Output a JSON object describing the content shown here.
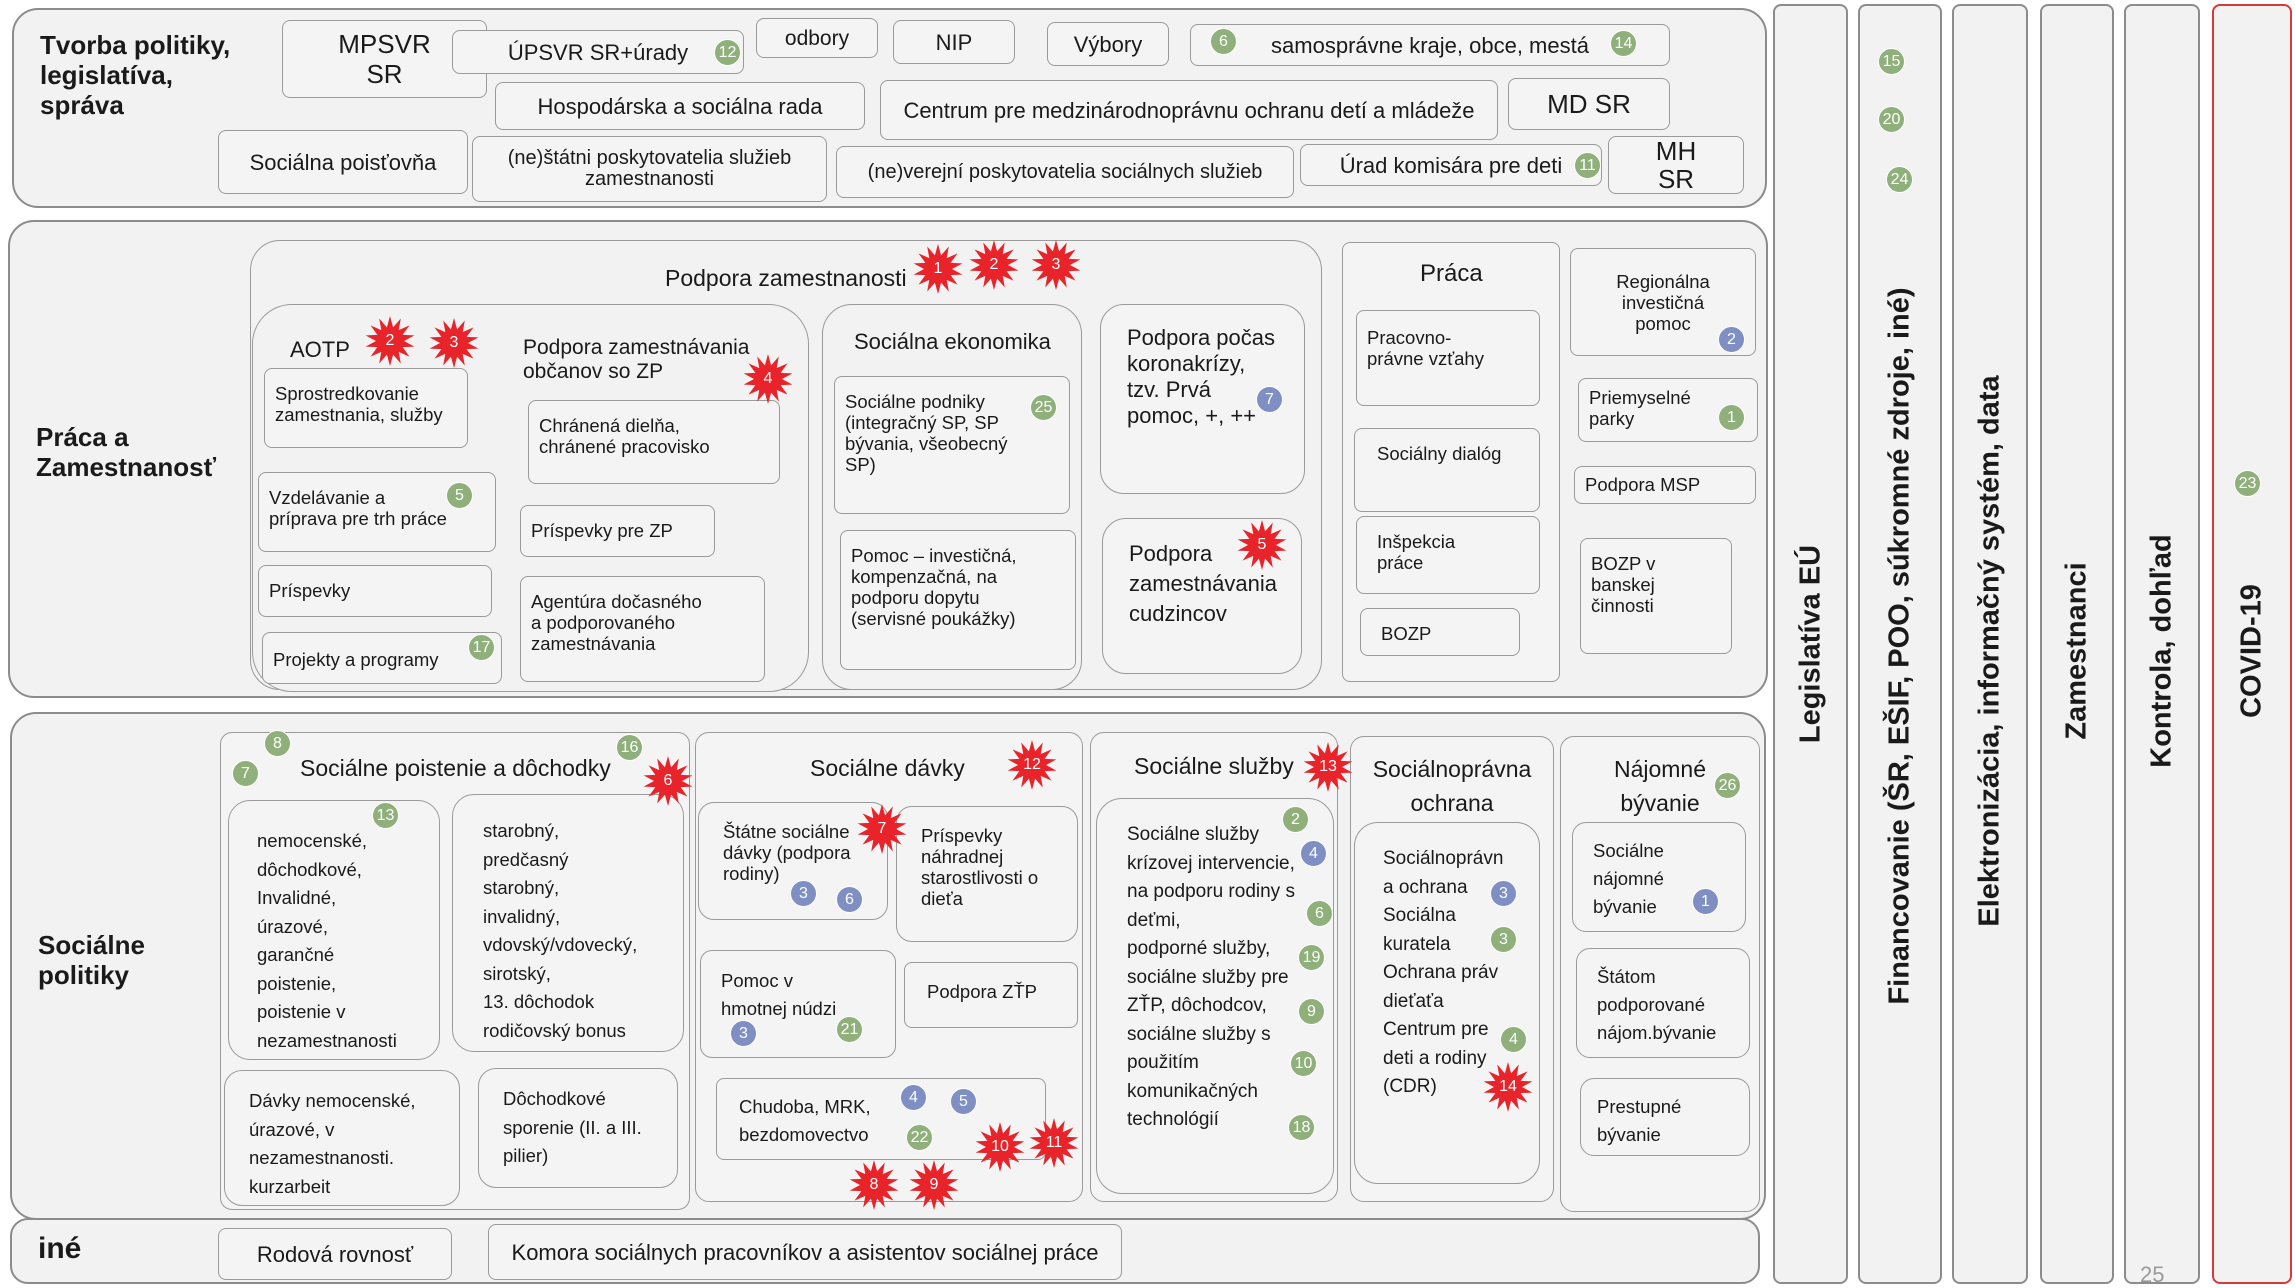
{
  "sections": {
    "policy": "Tvorba politiky,\nlegislatíva,\nspráva",
    "work": "Práca a\nZamestnanosť",
    "social": "Sociálne\npolitiky",
    "other": "iné"
  },
  "policy_boxes": {
    "mpsvr": "MPSVR\nSR",
    "upsvr": "ÚPSVR SR+úrady",
    "odbory": "odbory",
    "nip": "NIP",
    "vybory": "Výbory",
    "samosprava": "samosprávne kraje, obce, mestá",
    "hsr": "Hospodárska a sociálna rada",
    "cipc": "Centrum pre medzinárodnoprávnu ochranu detí a mládeže",
    "mdsr": "MD SR",
    "sp": "Sociálna poisťovňa",
    "nestatni": "(ne)štátni poskytovatelia služieb\nzamestnanosti",
    "neverejni": "(ne)verejní poskytovatelia sociálnych služieb",
    "komisar": "Úrad komisára pre deti",
    "mhsr": "MH\nSR"
  },
  "work": {
    "podpora_zam": "Podpora zamestnanosti",
    "aotp": "AOTP",
    "podpora_zp": "Podpora  zamestnávania\nobčanov so ZP",
    "sprostredkovanie": "Sprostredkovanie\nzamestnania, služby",
    "vzdelavanie": "Vzdelávanie a\npríprava pre trh práce",
    "prispevky": "Príspevky",
    "projekty": "Projekty a programy",
    "chranena": "Chránená dielňa,\nchránené pracovisko",
    "prispevky_zp": "Príspevky pre ZP",
    "agentura": "Agentúra dočasného\na podporovaného\nzamestnávania",
    "soc_ekonomika": "Sociálna ekonomika",
    "soc_podniky": "Sociálne podniky\n(integračný SP, SP\nbývania, všeobecný\nSP)",
    "pomoc_inv": "Pomoc – investičná,\nkompenzačná, na\npodporu dopytu\n(servisné poukážky)",
    "podpora_korona": "Podpora počas\nkoronakrízy,\ntzv. Prvá\npomoc, +, ++",
    "podpora_cudz": "Podpora\nzamestnávania\ncudzincov",
    "praca": "Práca",
    "pracovnopravne": "Pracovno-\nprávne vzťahy",
    "dialog": "Sociálny dialóg",
    "inspekcia": "Inšpekcia\npráce",
    "bozp": "BOZP",
    "regionalna": "Regionálna\ninvestičná\npomoc",
    "priemyselne": "Priemyselné\nparky",
    "msp": "Podpora MSP",
    "bozp_banske": "BOZP v\nbanskej\nčinnosti"
  },
  "social": {
    "poistenie": "Sociálne poistenie a dôchodky",
    "nemocenske": "nemocenské,\ndôchodkové,\nInvalidné,\núrazové,\ngarančné\npoistenie,\npoistenie v\nnezamestnanosti",
    "starobny": "starobný,\npredčasný\nstarobný,\ninvalidný,\nvdovský/vdovecký,\nsirotský,\n13. dôchodok\nrodičovský bonus",
    "davky_nem": "Dávky nemocenské,\núrazové, v\nnezamestnanosti.\nkurzarbeit",
    "sporenie": "Dôchodkové\nsporenie (II. a III.\npilier)",
    "davky": "Sociálne dávky",
    "statne": "Štátne sociálne\ndávky (podpora\nrodiny)",
    "nahradne": "Príspevky\nnáhradnej\nstarostlivosti o\ndieťa",
    "hmotna": "Pomoc v\nhmotnej núdzi",
    "ztp": "Podpora ZŤP",
    "chudoba": "Chudoba, MRK,\nbezdomovectvo",
    "sluzby": "Sociálne služby",
    "sluzby_list": "Sociálne služby\nkrízovej intervencie,\nna podporu rodiny s\ndeťmi,\npodporné služby,\nsociálne služby pre\nZŤP, dôchodcov,\nsociálne služby s\npoužitím\nkomunikačných\ntechnológií",
    "ochrana": "Sociálnoprávna\nochrana",
    "ochrana_list": "Sociálnoprávn\na ochrana\nSociálna\nkuratela\nOchrana práv\ndieťaťa\nCentrum pre\ndeti a rodiny\n(CDR)",
    "najomne": "Nájomné\nbývanie",
    "najomne_b": "Sociálne\nnájomné\nbývanie",
    "statom": "Štátom\npodporované\nnájom.bývanie",
    "prestupne": "Prestupné\nbývanie"
  },
  "other": {
    "rodova": "Rodová rovnosť",
    "komora": "Komora sociálnych pracovníkov a asistentov sociálnej práce"
  },
  "columns": {
    "eu": "Legislatíva EÚ",
    "financovanie": "Financovanie (ŠR, EŠIF, POO, súkromné zdroje, iné)",
    "elektronizacia": "Elektronizácia, informačný systém, data",
    "zamestnanci": "Zamestnanci",
    "kontrola": "Kontrola, dohľad",
    "covid": "COVID-19"
  },
  "page_number": "25",
  "colors": {
    "green_badge": "#8fb07a",
    "blue_badge": "#7f8fc4",
    "red_star": "#e8232a",
    "border": "#8c8c8c",
    "covid_border": "#d63a3a"
  },
  "badges": {
    "upsvr": "12",
    "samo_left": "6",
    "samo_right": "14",
    "komisar": "11",
    "fin15": "15",
    "fin20": "20",
    "fin24": "24",
    "covid23": "23",
    "regionalna": "2",
    "priemyselne": "1",
    "vzdelavanie": "5",
    "projekty": "17",
    "soc_podniky": "25",
    "korona": "7",
    "pois8": "8",
    "pois7": "7",
    "pois16": "16",
    "nemocenske13": "13",
    "statne3": "3",
    "statne6": "6",
    "hmotna3": "3",
    "hmotna21": "21",
    "chudoba4": "4",
    "chudoba5": "5",
    "chudoba22": "22",
    "sl2": "2",
    "sl4": "4",
    "sl6": "6",
    "sl19": "19",
    "sl9": "9",
    "sl10": "10",
    "sl18": "18",
    "och3a": "3",
    "och3b": "3",
    "och4": "4",
    "najomne26": "26",
    "najomne1": "1"
  },
  "stars": {
    "pz1": "1",
    "pz2": "2",
    "pz3": "3",
    "aotp2": "2",
    "aotp3": "3",
    "zp4": "4",
    "cudz5": "5",
    "pois6": "6",
    "statne7": "7",
    "davky12": "12",
    "chud8": "8",
    "chud9": "9",
    "chud10": "10",
    "chud11": "11",
    "sluzby13": "13",
    "och14": "14"
  }
}
